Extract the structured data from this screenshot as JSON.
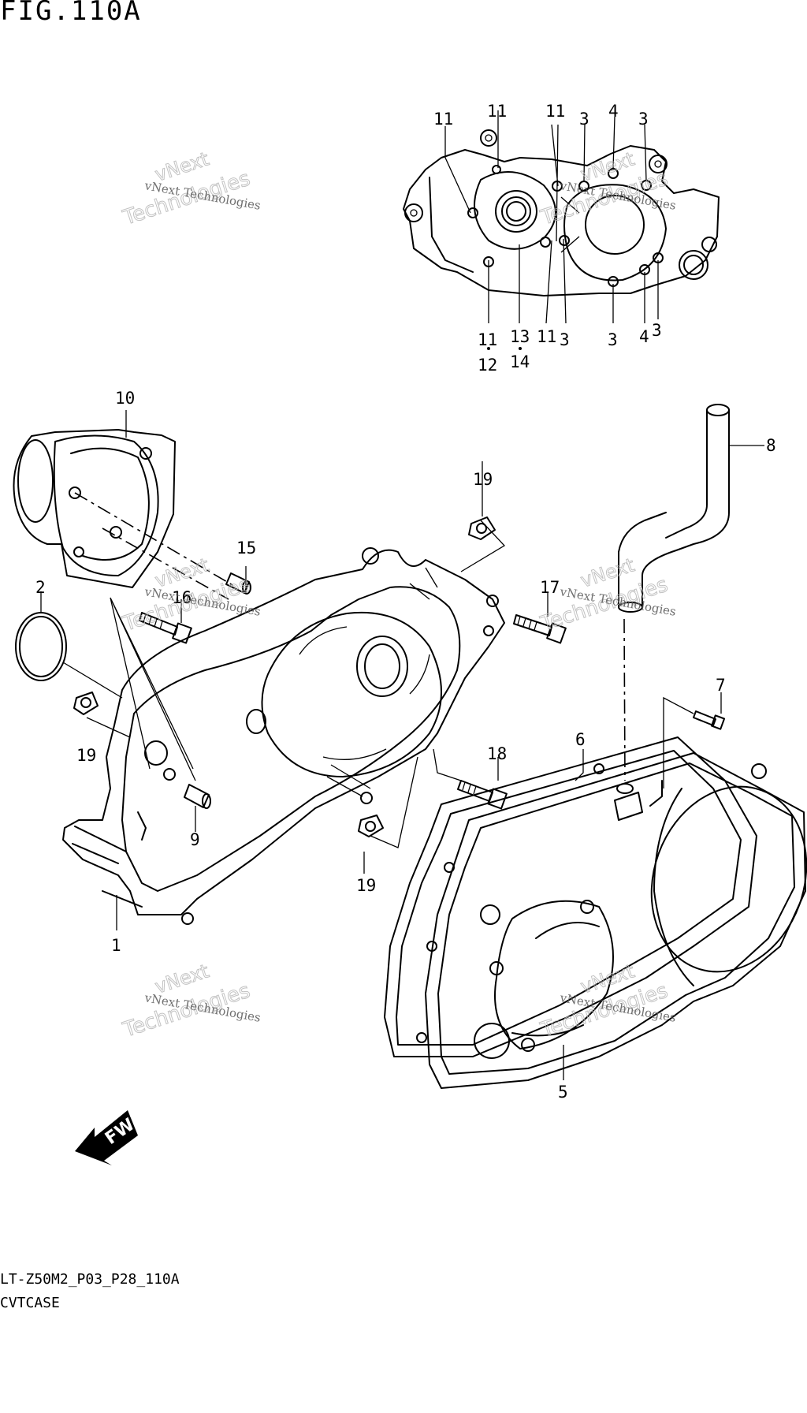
{
  "figure": {
    "title": "FIG.110A",
    "code": "LT-Z50M2_P03_P28_110A",
    "name": "CVTCASE"
  },
  "watermark": {
    "line1": "vNext Technologies",
    "line2": "vNext",
    "line3": "Technologies"
  },
  "direction_label": "FWD",
  "callouts": {
    "c1": "1",
    "c2": "2",
    "c3a": "3",
    "c3b": "3",
    "c3c": "3",
    "c3d": "3",
    "c3e": "3",
    "c4a": "4",
    "c4b": "4",
    "c5": "5",
    "c6": "6",
    "c7": "7",
    "c8": "8",
    "c9": "9",
    "c10": "10",
    "c11a": "11",
    "c11b": "11",
    "c11c": "11",
    "c11d": "11",
    "c11e": "11",
    "c12": "12",
    "c13": "13",
    "c14": "14",
    "c15": "15",
    "c16": "16",
    "c17": "17",
    "c18": "18",
    "c19a": "19",
    "c19b": "19",
    "c19c": "19"
  }
}
